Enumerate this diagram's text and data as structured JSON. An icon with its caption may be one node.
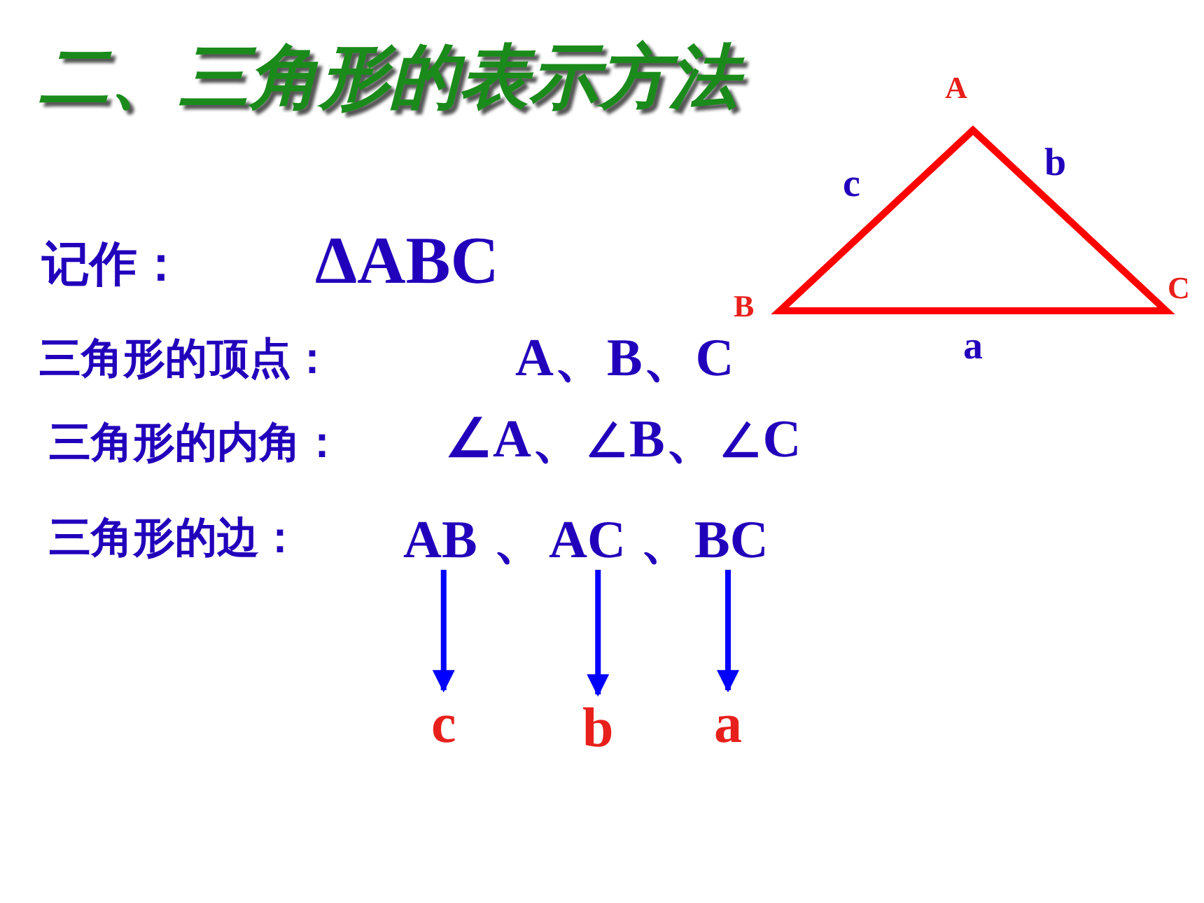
{
  "diagram": {
    "title": "二、三角形的表示方法",
    "nodes": [
      {
        "text": [
          "AB"
        ]
      },
      {
        "text": [
          "AC"
        ]
      },
      {
        "text": [
          "BC"
        ]
      },
      {
        "text": [
          "c"
        ]
      },
      {
        "text": [
          "b"
        ]
      },
      {
        "text": [
          "a"
        ]
      }
    ],
    "edges": [
      {
        "from": 0,
        "to": 3,
        "arrow": "to"
      },
      {
        "from": 1,
        "to": 4,
        "arrow": "to"
      },
      {
        "from": 2,
        "to": 5,
        "arrow": "to"
      }
    ],
    "labels": [
      "A",
      "c",
      "b",
      "记作：",
      "ΔABC",
      "B",
      "C",
      "三角形的顶点：",
      "A、B、C",
      "a",
      "三角形的内角：",
      "∠A、∠B、∠C",
      "三角形的边：",
      "、",
      "、"
    ]
  }
}
